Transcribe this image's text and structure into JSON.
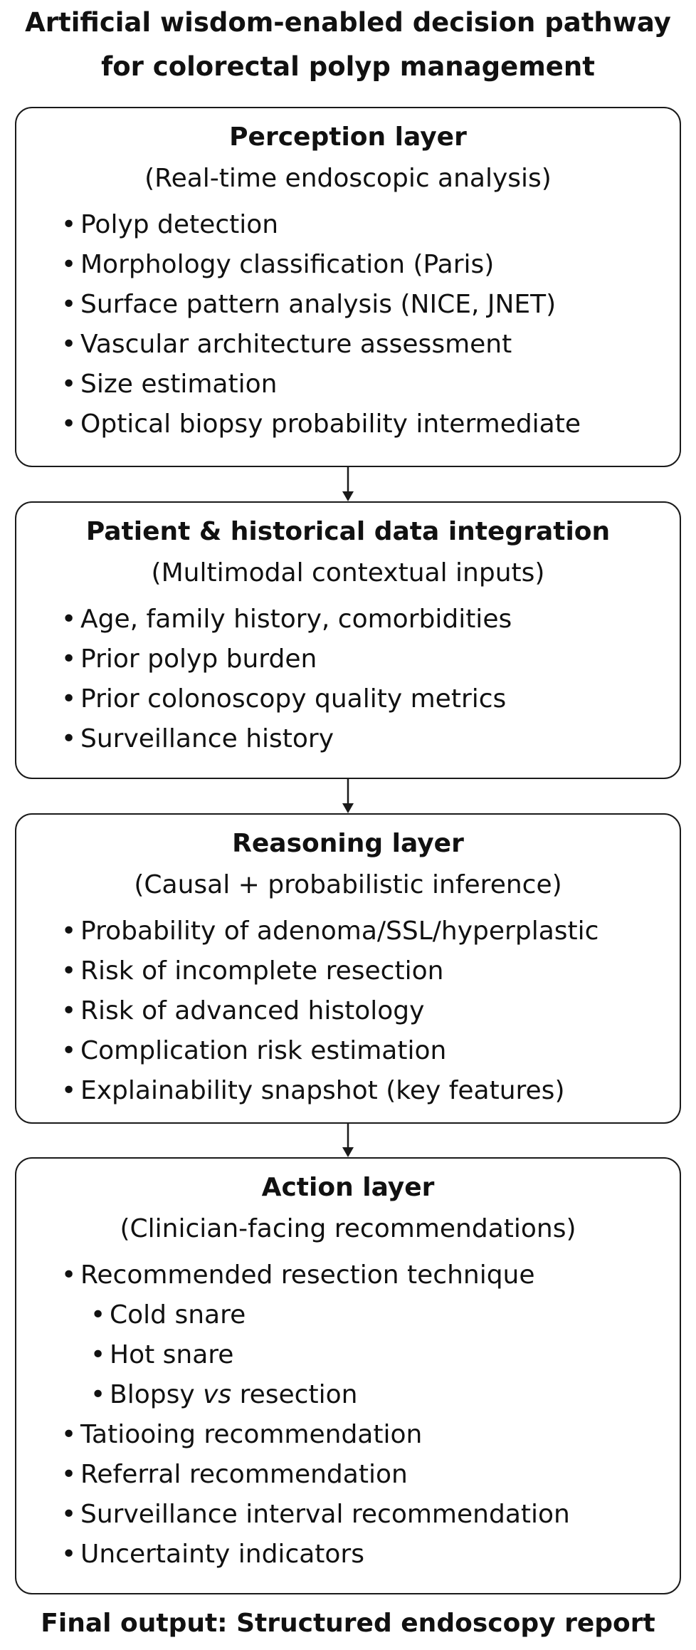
{
  "title": {
    "line1": "Artificial wisdom-enabled decision pathway",
    "line2": "for colorectal polyp management"
  },
  "bullet_glyph": "•",
  "perception": {
    "title": "Perception layer",
    "subtitle": "(Real-time endoscopic analysis)",
    "items": [
      "Polyp detection",
      "Morphology classification (Paris)",
      "Surface pattern analysis (NICE, JNET)",
      "Vascular architecture assessment",
      "Size estimation",
      "Optical biopsy probability intermediate"
    ]
  },
  "patient": {
    "title": "Patient & historical data integration",
    "subtitle": "(Multimodal contextual inputs)",
    "items": [
      "Age, family history, comorbidities",
      "Prior polyp burden",
      "Prior colonoscopy quality metrics",
      "Surveillance history"
    ]
  },
  "reasoning": {
    "title": "Reasoning layer",
    "subtitle": "(Causal + probabilistic inference)",
    "items": [
      "Probability of adenoma/SSL/hyperplastic",
      "Risk of incomplete resection",
      "Risk of advanced histology",
      "Complication risk estimation",
      "Explainability snapshot (key features)"
    ]
  },
  "action": {
    "title": "Action layer",
    "subtitle": "(Clinician-facing recommendations)",
    "items": [
      "Recommended resection technique",
      "Cold snare",
      "Hot snare",
      "Blopsy",
      "vs",
      "resection",
      "Tatiooing recommendation",
      "Referral recommendation",
      "Surveillance interval recommendation",
      "Uncertainty indicators"
    ]
  },
  "final_output": "Final output: Structured endoscopy report",
  "colors": {
    "stroke": "#1a1a1a",
    "text": "#111111",
    "background": "#ffffff"
  }
}
